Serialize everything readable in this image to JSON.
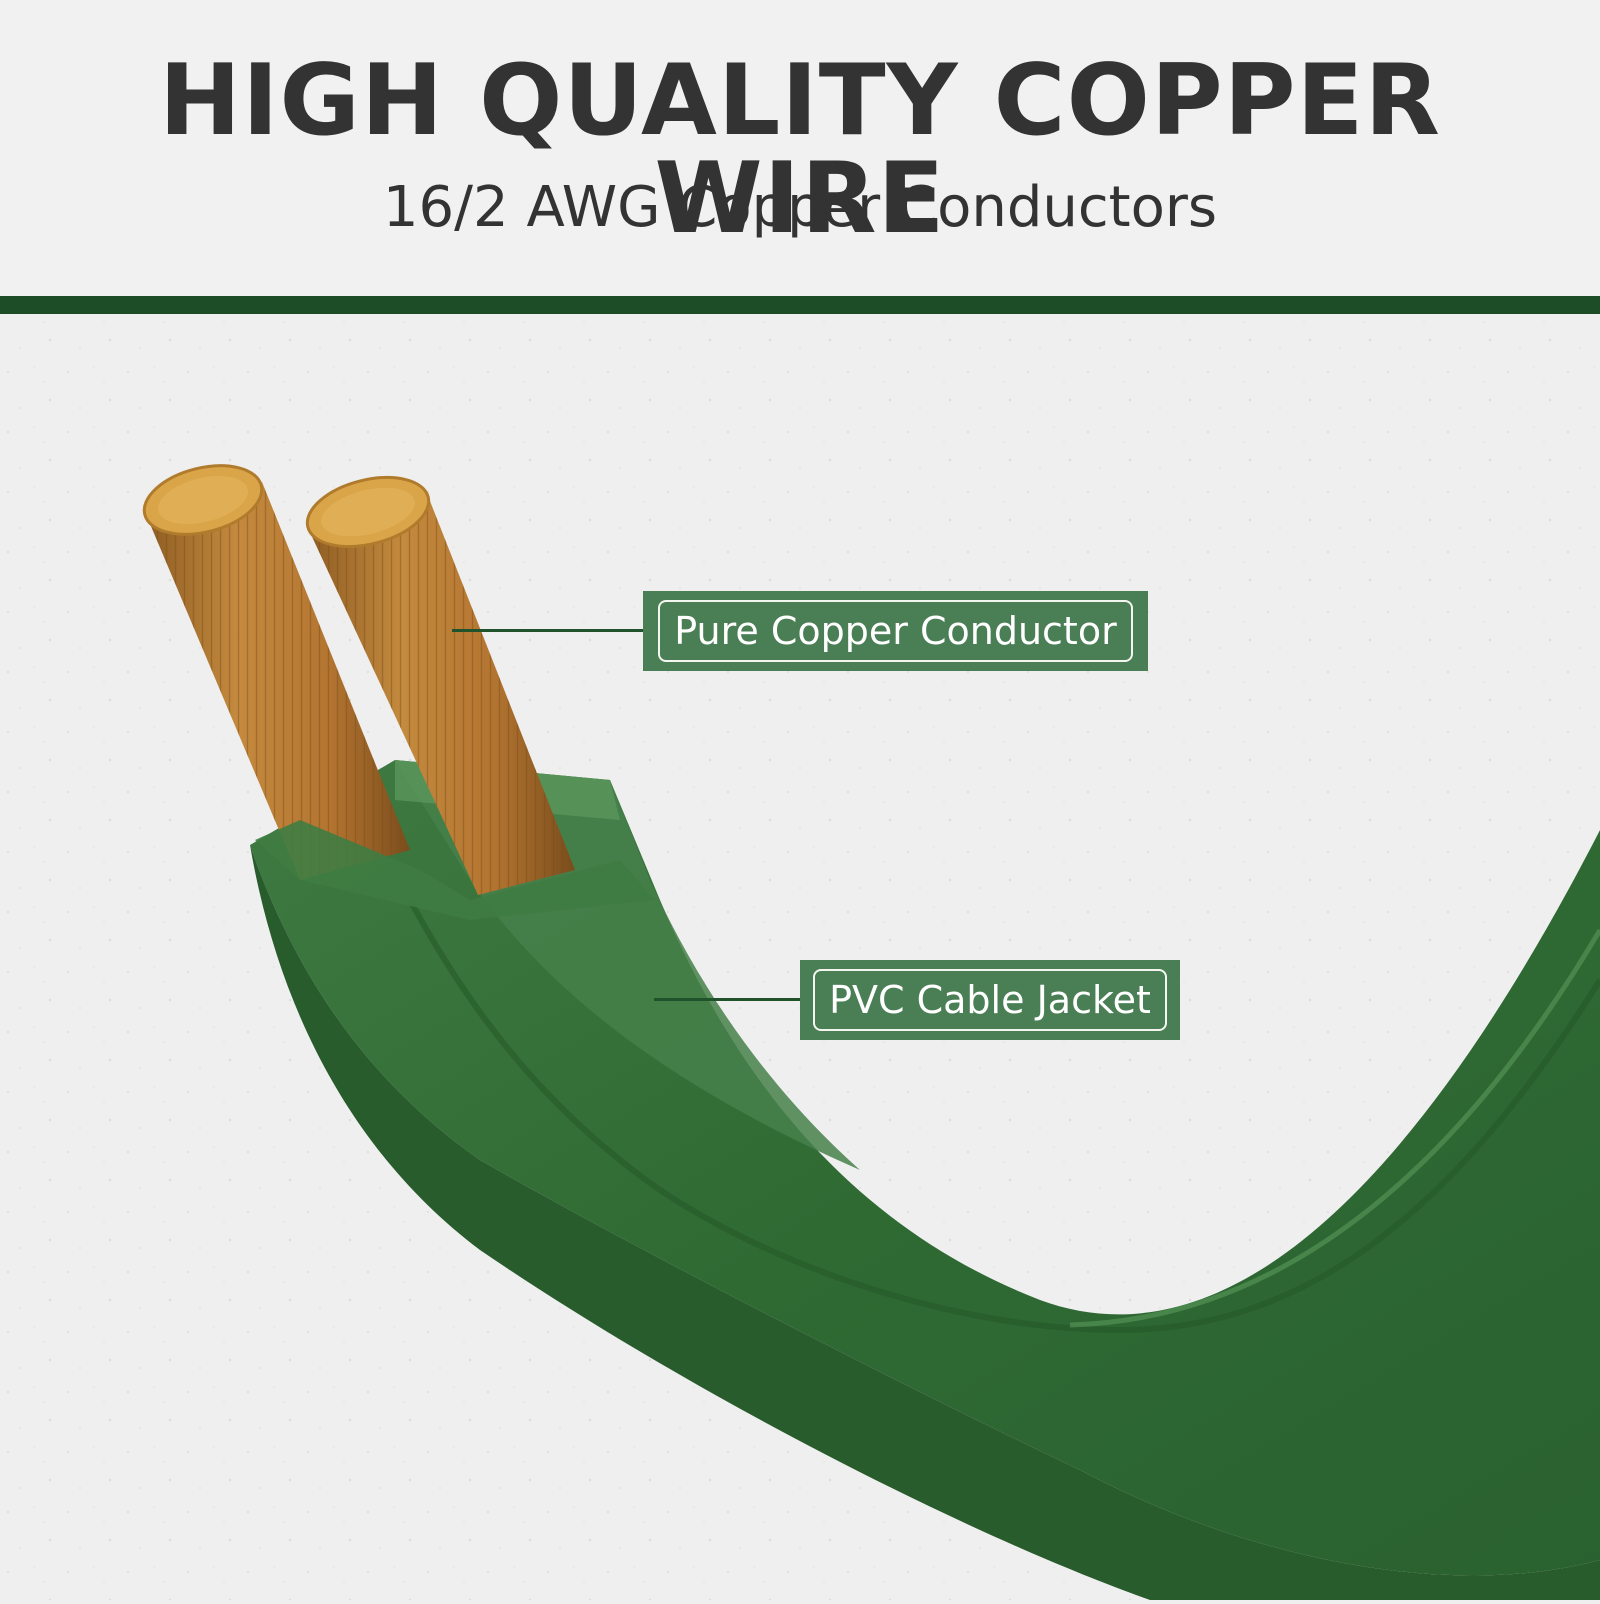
{
  "header": {
    "title": "HIGH QUALITY COPPER WIRE",
    "subtitle": "16/2 AWG Copper Conductors"
  },
  "callouts": {
    "conductor_label": "Pure Copper Conductor",
    "jacket_label": "PVC Cable Jacket"
  },
  "colors": {
    "brand_green": "#1c4d27",
    "label_bg": "#4a7f55",
    "jacket_green": "#3d7a3f",
    "copper": "#b97a32",
    "background": "#efefef"
  }
}
